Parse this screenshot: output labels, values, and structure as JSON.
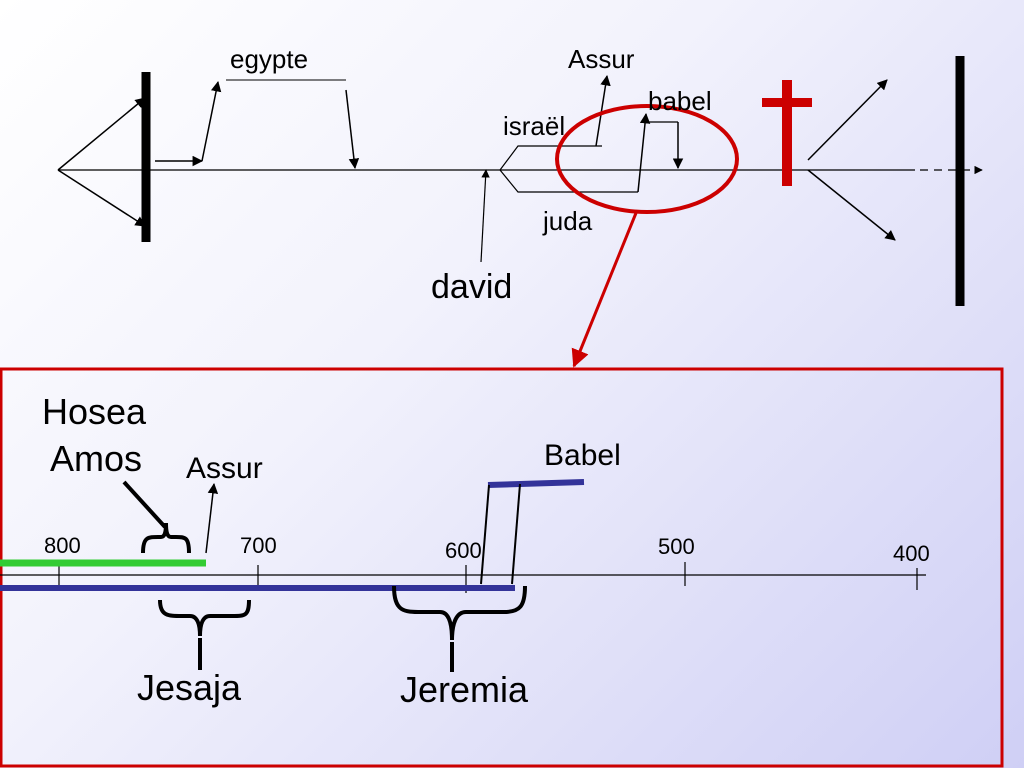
{
  "top_timeline": {
    "labels": {
      "egypte": "egypte",
      "assur": "Assur",
      "babel": "babel",
      "israel": "israël",
      "juda": "juda",
      "david": "david"
    }
  },
  "zoom_panel": {
    "prophets": {
      "hosea": "Hosea",
      "amos": "Amos",
      "jesaja": "Jesaja",
      "jeremia": "Jeremia"
    },
    "empires": {
      "assur": "Assur",
      "babel": "Babel"
    },
    "year_ticks": [
      "800",
      "700",
      "600",
      "500",
      "400"
    ]
  },
  "colors": {
    "cross": "#cc0000",
    "zoom_frame": "#cc0000",
    "green_bar": "#33cc33",
    "blue_bar": "#333399"
  }
}
